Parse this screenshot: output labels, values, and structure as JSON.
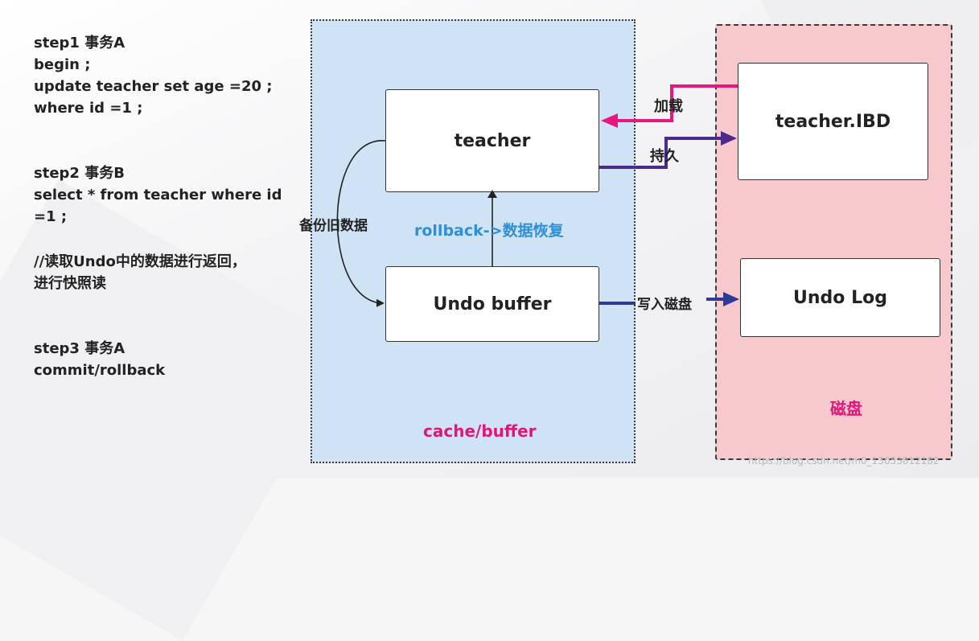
{
  "steps": {
    "step1": [
      "step1  事务A",
      "begin ;",
      "update teacher set age =20 ;",
      "where id =1 ;"
    ],
    "step2": [
      "step2  事务B",
      "select * from teacher where id",
      "=1 ;"
    ],
    "comment": [
      "//读取Undo中的数据进行返回，",
      "进行快照读"
    ],
    "step3": [
      "step3 事务A",
      "commit/rollback"
    ]
  },
  "panels": {
    "cache": "cache/buffer",
    "disk": "磁盘"
  },
  "boxes": {
    "teacher": "teacher",
    "undo_buffer": "Undo buffer",
    "teacher_ibd": "teacher.IBD",
    "undo_log": "Undo Log"
  },
  "edges": {
    "backup": "备份旧数据",
    "rollback": "rollback->数据恢复",
    "load": "加载",
    "persist": "持久",
    "write_disk": "写入磁盘"
  },
  "colors": {
    "load_arrow": "#e8177d",
    "persist_arrow": "#4a2a8c",
    "write_arrow": "#2e3a96",
    "cache_bg": "#cfe3f5",
    "disk_bg": "#f7c9cc",
    "panel_label": "#e0177a",
    "rollback_text": "#2f8fd6"
  },
  "watermark": "https://blog.csdn.net/m0_13053812182"
}
